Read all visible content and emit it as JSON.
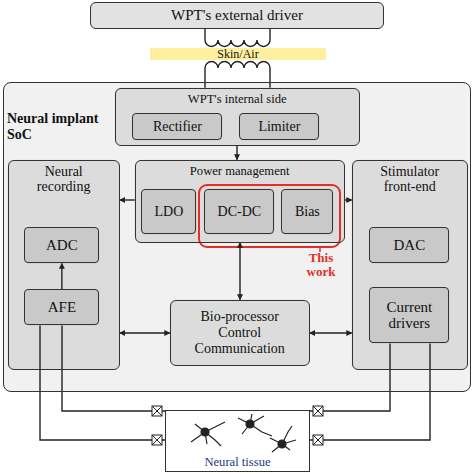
{
  "diagram": {
    "nodes": [
      {
        "text": [
          "WPT's external driver"
        ]
      },
      {
        "text": [
          "Skin/Air"
        ]
      },
      {
        "text": [
          "Neural implant SoC"
        ]
      },
      {
        "text": [
          "WPT's internal side"
        ],
        "in": 2
      },
      {
        "text": [
          "Rectifier"
        ],
        "in": 3
      },
      {
        "text": [
          "Limiter"
        ],
        "in": 3
      },
      {
        "text": [
          "Neural recording"
        ],
        "in": 2
      },
      {
        "text": [
          "ADC"
        ],
        "in": 6
      },
      {
        "text": [
          "AFE"
        ],
        "in": 6
      },
      {
        "text": [
          "Power management"
        ],
        "in": 2
      },
      {
        "text": [
          "LDO"
        ],
        "in": 9
      },
      {
        "text": [
          "DC-DC"
        ],
        "in": 9
      },
      {
        "text": [
          "Bias"
        ],
        "in": 9
      },
      {
        "text": [
          "Bio-processor Control Communication"
        ],
        "in": 2
      },
      {
        "text": [
          "Stimulator front-end"
        ],
        "in": 2
      },
      {
        "text": [
          "DAC"
        ],
        "in": 14
      },
      {
        "text": [
          "Current drivers"
        ],
        "in": 14
      },
      {
        "text": [
          "Neural tissue"
        ]
      }
    ],
    "edges": [
      {
        "from": 0,
        "to": 3,
        "arrow": "none"
      },
      {
        "from": 3,
        "to": 9,
        "arrow": "to"
      },
      {
        "from": 9,
        "to": 6,
        "arrow": "to"
      },
      {
        "from": 9,
        "to": 14,
        "arrow": "to"
      },
      {
        "from": 13,
        "to": 9,
        "arrow": "both"
      },
      {
        "from": 13,
        "to": 6,
        "arrow": "both"
      },
      {
        "from": 13,
        "to": 14,
        "arrow": "both"
      },
      {
        "from": 8,
        "to": 7,
        "arrow": "to"
      },
      {
        "from": 8,
        "to": 17,
        "arrow": "none"
      },
      {
        "from": 16,
        "to": 17,
        "arrow": "none"
      }
    ],
    "labels": [
      "This work"
    ]
  }
}
